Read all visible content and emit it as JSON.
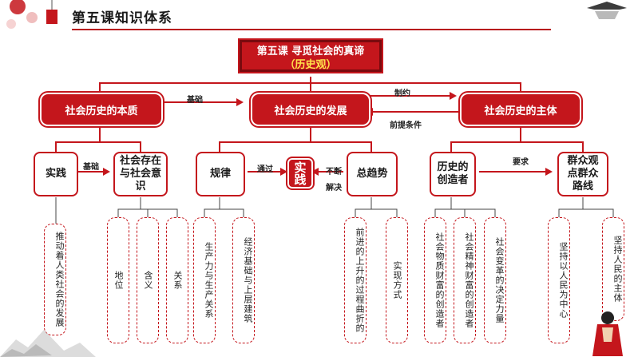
{
  "header": {
    "title": "第五课知识体系"
  },
  "root": {
    "line1": "第五课 寻觅社会的真谛",
    "line2": "（历史观）"
  },
  "level1": {
    "essence": "社会历史的本质",
    "development": "社会历史的发展",
    "subject": "社会历史的主体"
  },
  "arrows": {
    "basis": "基础",
    "restrict": "制约",
    "premise": "前提条件",
    "basis2": "基础",
    "through": "通过",
    "constantly": "不断",
    "solve": "解决",
    "require": "要求"
  },
  "level2": {
    "practice": "实践",
    "existence": "社会存在与社会意识",
    "law": "规律",
    "practice_center": "实践",
    "trend": "总趋势",
    "creator": "历史的创造者",
    "mass_view": "群众观点群众路线"
  },
  "leaves": {
    "push": "推动着人类社会的发展",
    "status": "地位",
    "meaning": "含义",
    "relation": "关系",
    "productive": "生产力与生产关系",
    "economic": "经济基础与上层建筑",
    "upward": "前进的上升的过程曲折的",
    "way": "实现方式",
    "material": "社会物质财富的创造者",
    "spiritual": "社会精神财富的创造者",
    "transform": "社会变革的决定力量",
    "people_center": "坚持以人民为中心",
    "people_subject": "坚持人民的主体"
  },
  "colors": {
    "accent": "#c4161c",
    "root_subtitle": "#ffe14a"
  }
}
